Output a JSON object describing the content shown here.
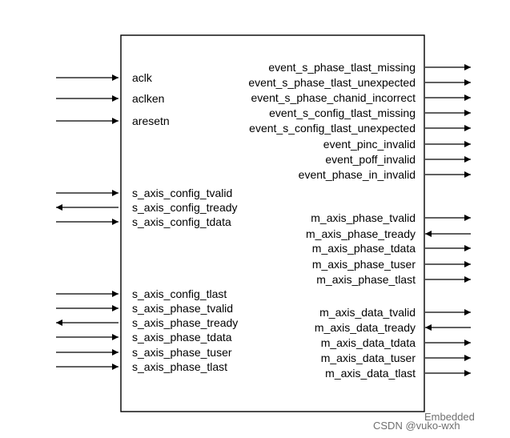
{
  "block": {
    "left_ports": [
      {
        "name": "aclk",
        "dir": "in"
      },
      {
        "name": "aclken",
        "dir": "in"
      },
      {
        "name": "aresetn",
        "dir": "in"
      },
      {
        "name": "s_axis_config_tvalid",
        "dir": "in"
      },
      {
        "name": "s_axis_config_tready",
        "dir": "out"
      },
      {
        "name": "s_axis_config_tdata",
        "dir": "in"
      },
      {
        "name": "s_axis_config_tlast",
        "dir": "in"
      },
      {
        "name": "s_axis_phase_tvalid",
        "dir": "in"
      },
      {
        "name": "s_axis_phase_tready",
        "dir": "out"
      },
      {
        "name": "s_axis_phase_tdata",
        "dir": "in"
      },
      {
        "name": "s_axis_phase_tuser",
        "dir": "in"
      },
      {
        "name": "s_axis_phase_tlast",
        "dir": "in"
      }
    ],
    "right_ports": [
      {
        "name": "event_s_phase_tlast_missing",
        "dir": "out"
      },
      {
        "name": "event_s_phase_tlast_unexpected",
        "dir": "out"
      },
      {
        "name": "event_s_phase_chanid_incorrect",
        "dir": "out"
      },
      {
        "name": "event_s_config_tlast_missing",
        "dir": "out"
      },
      {
        "name": "event_s_config_tlast_unexpected",
        "dir": "out"
      },
      {
        "name": "event_pinc_invalid",
        "dir": "out"
      },
      {
        "name": "event_poff_invalid",
        "dir": "out"
      },
      {
        "name": "event_phase_in_invalid",
        "dir": "out"
      },
      {
        "name": "m_axis_phase_tvalid",
        "dir": "out"
      },
      {
        "name": "m_axis_phase_tready",
        "dir": "in"
      },
      {
        "name": "m_axis_phase_tdata",
        "dir": "out"
      },
      {
        "name": "m_axis_phase_tuser",
        "dir": "out"
      },
      {
        "name": "m_axis_phase_tlast",
        "dir": "out"
      },
      {
        "name": "m_axis_data_tvalid",
        "dir": "out"
      },
      {
        "name": "m_axis_data_tready",
        "dir": "in"
      },
      {
        "name": "m_axis_data_tdata",
        "dir": "out"
      },
      {
        "name": "m_axis_data_tuser",
        "dir": "out"
      },
      {
        "name": "m_axis_data_tlast",
        "dir": "out"
      }
    ]
  },
  "watermark": {
    "line1": "Embedded",
    "line2": "CSDN @vuko-wxh"
  }
}
